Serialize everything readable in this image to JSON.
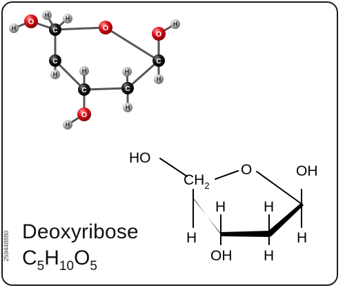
{
  "labels": {
    "compound_name": "Deoxyribose",
    "formula": {
      "C": "C",
      "c_count": "5",
      "H": "H",
      "h_count": "10",
      "O": "O",
      "o_count": "5"
    },
    "stock_id": "259448880"
  },
  "ball_and_stick": {
    "atoms": {
      "oxygen": "O",
      "carbon": "C",
      "hydrogen": "H"
    },
    "colors": {
      "oxygen": "#e0141c",
      "carbon": "#111111",
      "hydrogen": "#9a9a9a",
      "bond": "#555555"
    }
  },
  "skeletal": {
    "ho_top": "HO",
    "ch": "CH",
    "ch_sub": "2",
    "ring_o": "O",
    "oh_right": "OH",
    "h_left": "H",
    "h_inner_left": "H",
    "h_inner_right": "H",
    "h_right": "H",
    "oh_bottom": "OH",
    "h_bottom": "H"
  }
}
